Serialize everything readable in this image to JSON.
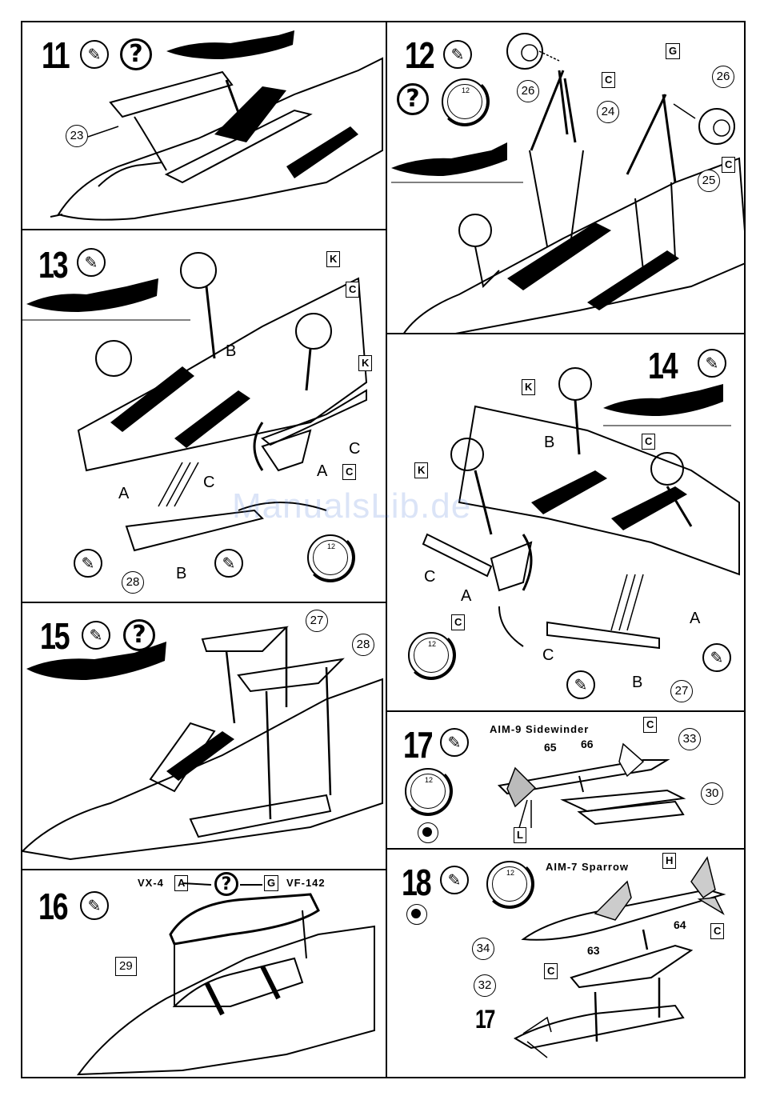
{
  "steps": {
    "s11": {
      "number": "11",
      "parts": [
        "23"
      ]
    },
    "s12": {
      "number": "12",
      "parts": [
        "26",
        "24",
        "26",
        "25"
      ],
      "sprue": [
        "G",
        "C",
        "C"
      ]
    },
    "s13": {
      "number": "13",
      "parts": [
        "28"
      ],
      "sprue": [
        "K",
        "C",
        "K",
        "C"
      ],
      "letters": [
        "B",
        "C",
        "A",
        "A",
        "C",
        "B"
      ]
    },
    "s14": {
      "number": "14",
      "parts": [
        "27"
      ],
      "sprue": [
        "K",
        "C",
        "K",
        "C"
      ],
      "letters": [
        "B",
        "C",
        "A",
        "A",
        "C",
        "B"
      ]
    },
    "s15": {
      "number": "15",
      "parts": [
        "27",
        "28"
      ]
    },
    "s16": {
      "number": "16",
      "part": "29",
      "options": {
        "left_code": "VX-4",
        "left_sprue": "A",
        "right_sprue": "G",
        "right_code": "VF-142"
      }
    },
    "s17": {
      "number": "17",
      "title": "AIM-9 Sidewinder",
      "parts": [
        "65",
        "66",
        "33",
        "30"
      ],
      "sprue": [
        "C",
        "L"
      ]
    },
    "s18": {
      "number": "18",
      "title": "AIM-7 Sparrow",
      "parts": [
        "34",
        "63",
        "64",
        "32",
        "17"
      ],
      "sprue": [
        "H",
        "C",
        "C"
      ]
    }
  },
  "icons": {
    "glue": "glue-tube-icon",
    "question": "question-mark-icon",
    "clock": "drying-clock-icon",
    "decal": "decal-icon"
  },
  "watermark": "ManualsLib.de"
}
